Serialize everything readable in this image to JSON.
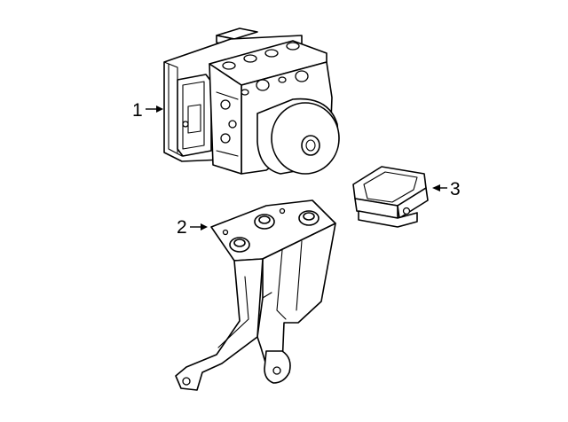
{
  "callouts": [
    {
      "number": "1",
      "part": "abs-modulator-assembly"
    },
    {
      "number": "2",
      "part": "mounting-bracket"
    },
    {
      "number": "3",
      "part": "yaw-rate-sensor"
    }
  ]
}
